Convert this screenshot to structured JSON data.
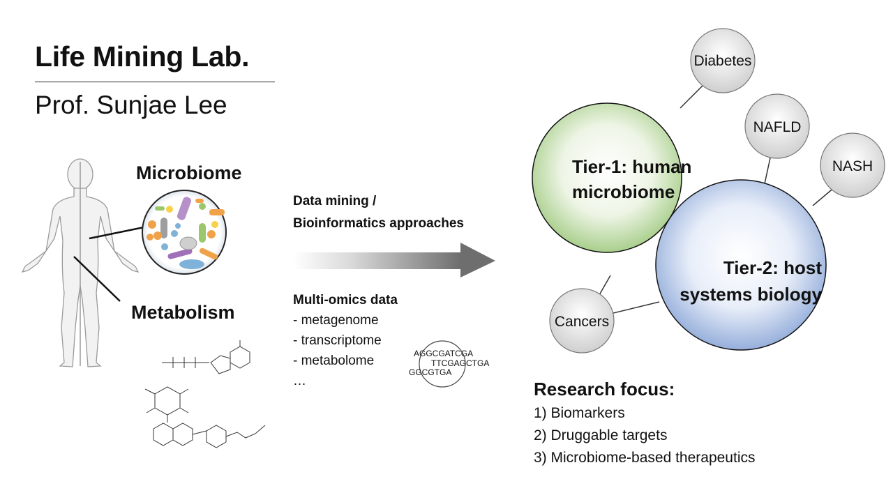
{
  "header": {
    "title": "Life Mining Lab.",
    "subtitle": "Prof. Sunjae Lee"
  },
  "left": {
    "microbiome_label": "Microbiome",
    "metabolism_label": "Metabolism"
  },
  "middle": {
    "arrow_label_line1": "Data mining /",
    "arrow_label_line2": "Bioinformatics approaches",
    "omics_title": "Multi-omics data",
    "omics_items": [
      "- metagenome",
      "- transcriptome",
      "- metabolome",
      "…"
    ],
    "sequence_lines": [
      "AGGCGATCGA",
      "TTCGAGCTGA",
      "GGCGTGA"
    ]
  },
  "diagram": {
    "tier1_line1": "Tier-1: human",
    "tier1_line2": "microbiome",
    "tier2_line1": "Tier-2: host",
    "tier2_line2": "systems biology",
    "diseases": [
      "Diabetes",
      "NAFLD",
      "NASH",
      "Cancers"
    ],
    "colors": {
      "tier1_fill": "#cfe3bd",
      "tier1_stroke": "#111111",
      "tier2_fill": "#b9cbe9",
      "tier2_stroke": "#111111",
      "disease_fill": "#e6e6e6",
      "arrow": "#707070"
    }
  },
  "research": {
    "title": "Research focus:",
    "items": [
      "1) Biomarkers",
      "2) Druggable targets",
      "3) Microbiome-based therapeutics"
    ]
  }
}
